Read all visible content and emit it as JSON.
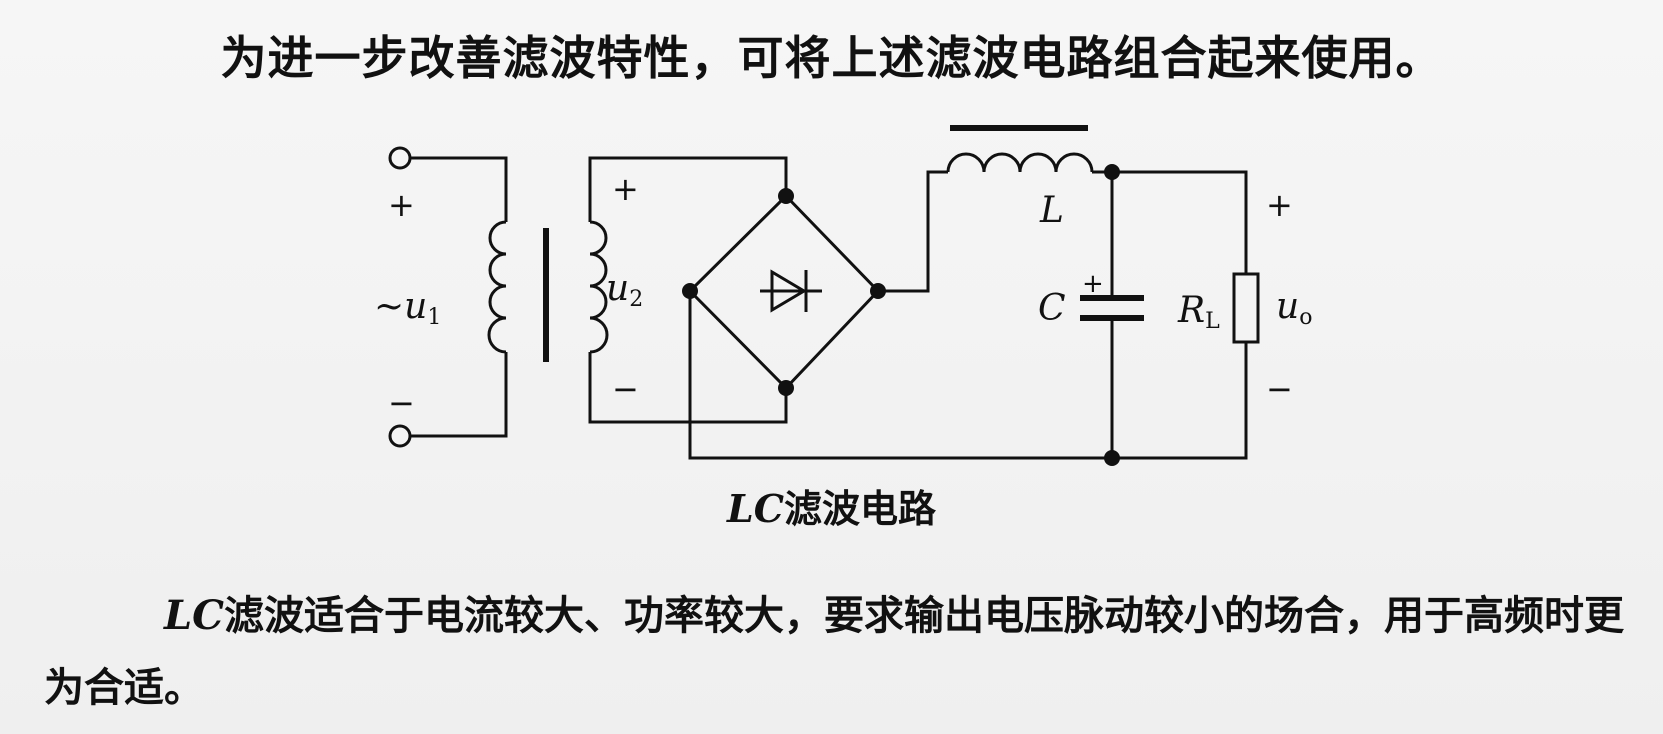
{
  "slide": {
    "title": "为进一步改善滤波特性，可将上述滤波电路组合起来使用。",
    "diagram": {
      "input_label_prefix": "~",
      "input_label_var": "u",
      "input_label_sub": "1",
      "input_plus": "+",
      "input_minus": "−",
      "secondary_label_var": "u",
      "secondary_label_sub": "2",
      "secondary_plus": "+",
      "secondary_minus": "−",
      "inductor_label": "L",
      "capacitor_label": "C",
      "capacitor_plus": "+",
      "load_label_var": "R",
      "load_label_sub": "L",
      "output_label_var": "u",
      "output_label_sub": "o",
      "output_plus": "+",
      "output_minus": "−"
    },
    "caption_italic": "LC",
    "caption_text": "滤波电路",
    "description_italic": "LC",
    "description_text": "滤波适合于电流较大、功率较大，要求输出电压脉动较小的场合，用于高频时更为合适。"
  }
}
